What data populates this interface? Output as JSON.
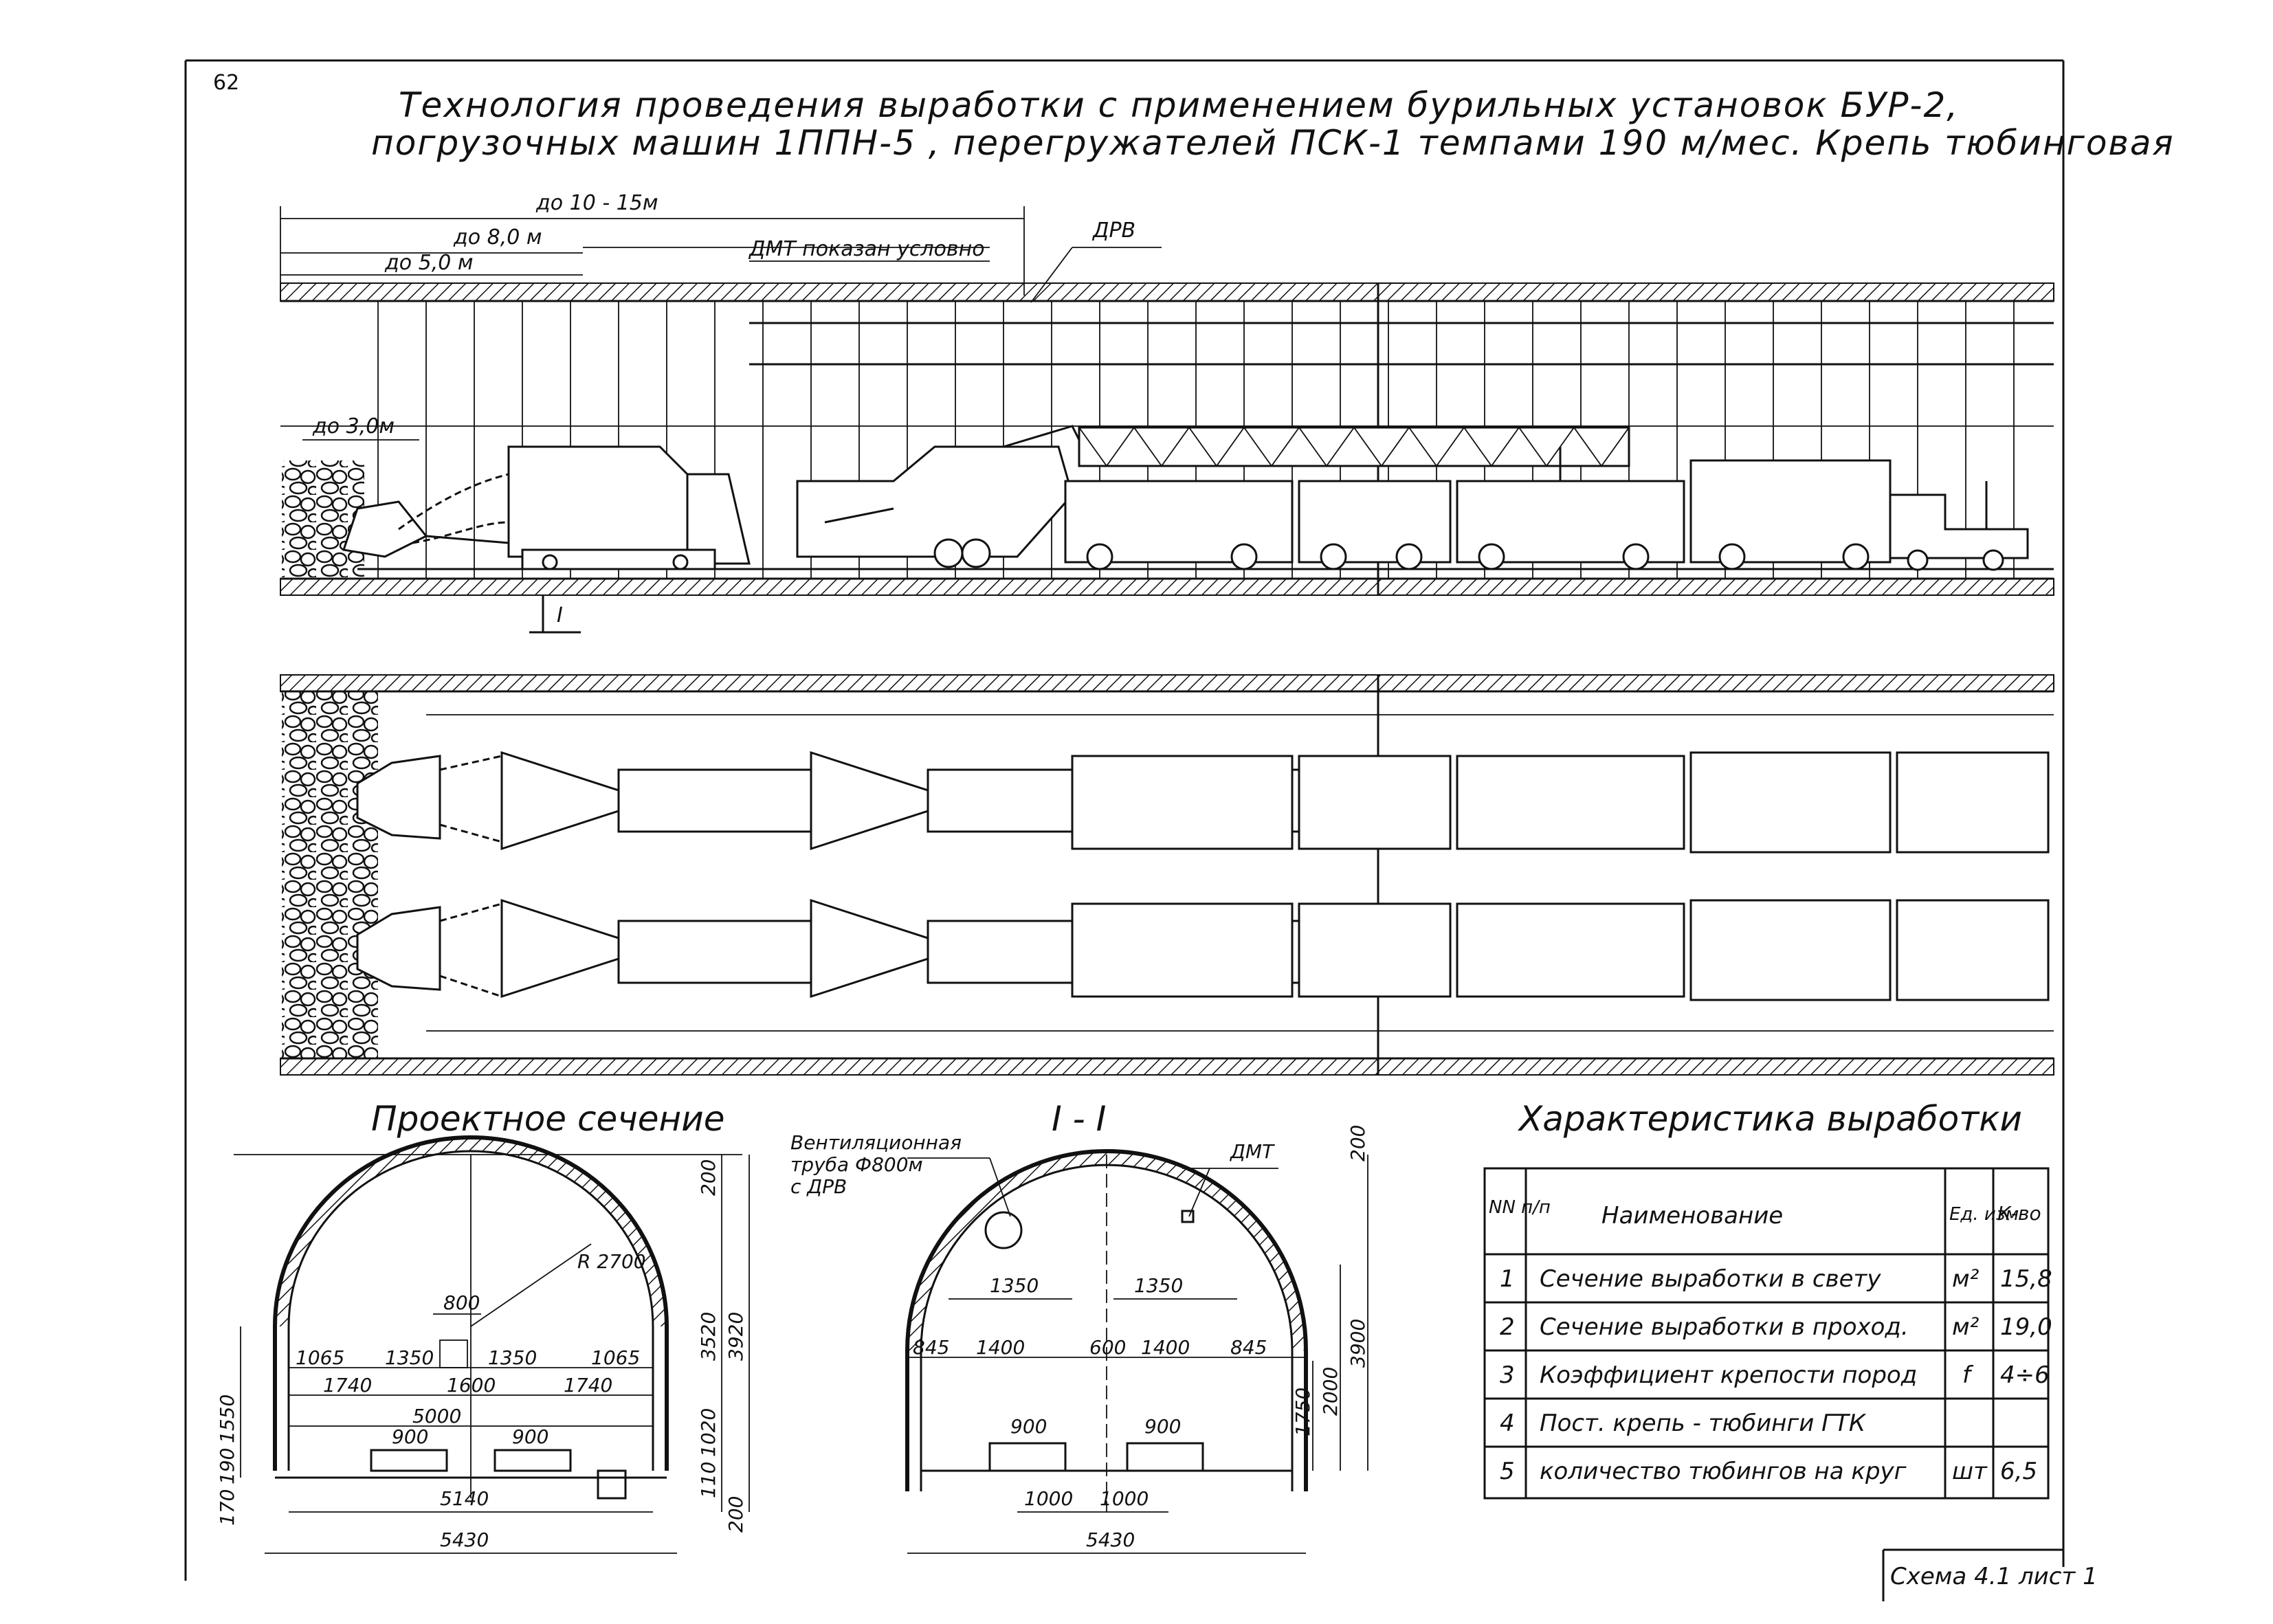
{
  "page_number": "62",
  "title": {
    "line1": "Технология проведения выработки с применением бурильных установок БУР-2,",
    "line2": "погрузочных машин 1ППН-5 , перегружателей ПСК-1 темпами 190 м/мес. Крепь тюбинговая"
  },
  "longitudinal": {
    "dim_10_15": "до 10 - 15м",
    "dim_8": "до 8,0 м",
    "dim_5": "до 5,0 м",
    "dim_3": "до 3,0м",
    "dmt_note": "ДМТ показан условно",
    "drv": "ДРВ",
    "section_mark": "I"
  },
  "design_section": {
    "title": "Проектное сечение",
    "dims": {
      "d800": "800",
      "d1065a": "1065",
      "d1350a": "1350",
      "d1350b": "1350",
      "d1065b": "1065",
      "d1740a": "1740",
      "d1600": "1600",
      "d1740b": "1740",
      "d5000": "5000",
      "d900a": "900",
      "d900b": "900",
      "r2700": "R 2700",
      "d5140": "5140",
      "d5430": "5430",
      "v1550": "1550",
      "v190": "190",
      "v170": "170",
      "v200top": "200",
      "v3520": "3520",
      "v3920": "3920",
      "v1020": "1020",
      "v110": "110",
      "v200bot": "200"
    }
  },
  "section_I": {
    "title": "I - I",
    "vent_label": "Вентиляционная\nтруба Ф800м\nс ДРВ",
    "vent_l1": "Вентиляционная",
    "vent_l2": "труба Ф800м",
    "vent_l3": "с ДРВ",
    "dmt": "ДМТ",
    "dims": {
      "d1350a": "1350",
      "d1350b": "1350",
      "d845a": "845",
      "d1400a": "1400",
      "d600": "600",
      "d1400b": "1400",
      "d845b": "845",
      "d900a": "900",
      "d900b": "900",
      "d1000a": "1000",
      "d1000b": "1000",
      "d5430": "5430",
      "v200": "200",
      "v3900": "3900",
      "v2000": "2000",
      "v1750": "1750"
    }
  },
  "characteristics": {
    "title": "Характеристика выработки",
    "headers": {
      "num": "NN п/п",
      "name": "Наименование",
      "unit": "Ед. изм",
      "qty": "К-во"
    },
    "rows": [
      {
        "num": "1",
        "name": "Сечение выработки в свету",
        "unit": "м²",
        "qty": "15,8"
      },
      {
        "num": "2",
        "name": "Сечение выработки в проход.",
        "unit": "м²",
        "qty": "19,0"
      },
      {
        "num": "3",
        "name": "Коэффициент крепости пород",
        "unit": "f",
        "qty": "4÷6"
      },
      {
        "num": "4",
        "name": "Пост. крепь - тюбинги ГТК",
        "unit": "",
        "qty": ""
      },
      {
        "num": "5",
        "name": "количество тюбингов на круг",
        "unit": "шт",
        "qty": "6,5"
      }
    ]
  },
  "stamp": "Схема 4.1 лист 1"
}
